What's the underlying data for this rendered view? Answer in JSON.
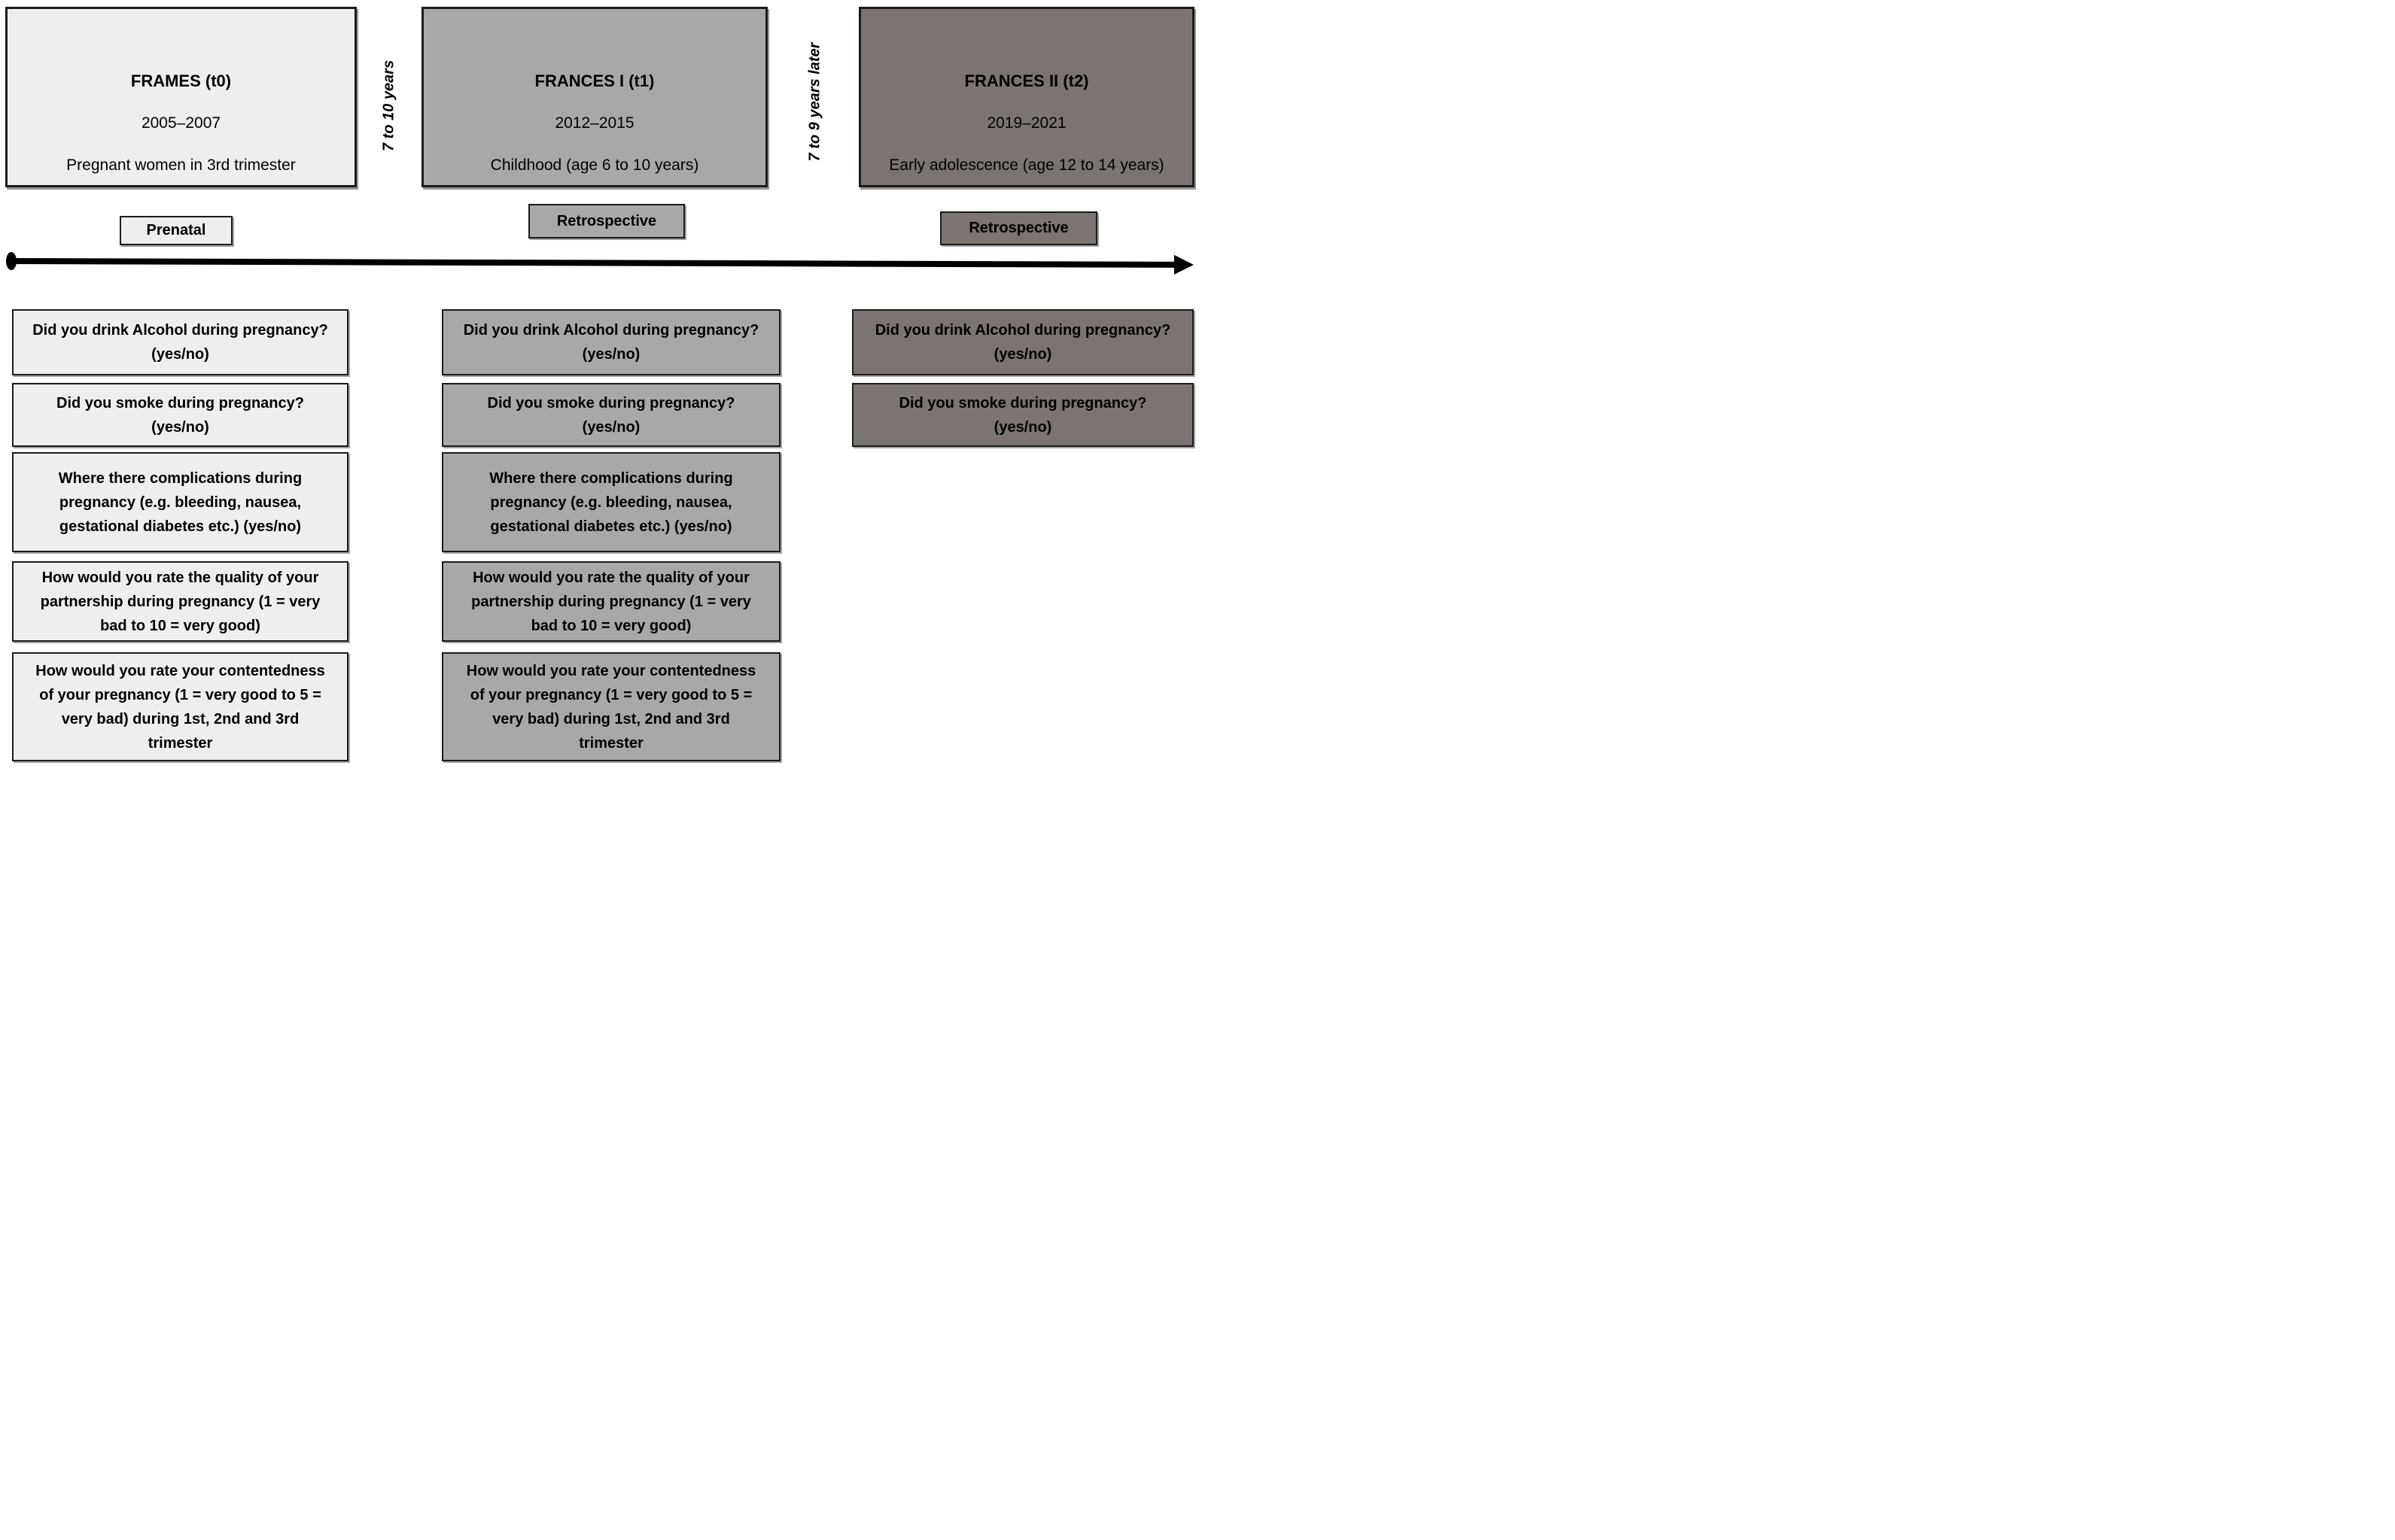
{
  "figure": {
    "type": "study-timeline-diagram",
    "background": "#ffffff",
    "colors": {
      "stage_t0_fill": "#efeeec",
      "stage_t1_fill": "#a8a8a8",
      "stage_t2_fill": "#7b7470",
      "border": "#1b1b1b",
      "text": "#000000",
      "arrow": "#000000"
    },
    "icons": [
      "timeline-start-dot",
      "timeline-arrowhead"
    ]
  },
  "stages": [
    {
      "id": "t0",
      "title": "FRAMES (t0)",
      "period": "2005–2007",
      "description": "Pregnant women in 3rd trimester",
      "label": "Prenatal",
      "questions": [
        "Did you drink Alcohol during pregnancy? (yes/no)",
        "Did you smoke during pregnancy? (yes/no)",
        "Where there complications during pregnancy (e.g. bleeding, nausea, gestational diabetes etc.) (yes/no)",
        "How would you rate the quality of your partnership during pregnancy (1 = very bad to 10 = very good)",
        "How would you rate your contentedness of your pregnancy (1 = very good to 5 = very bad) during 1st, 2nd and 3rd trimester"
      ]
    },
    {
      "id": "t1",
      "title": "FRANCES I (t1)",
      "period": "2012–2015",
      "description": "Childhood (age 6 to 10 years)",
      "label": "Retrospective",
      "questions": [
        "Did you drink Alcohol during pregnancy? (yes/no)",
        "Did you smoke during pregnancy? (yes/no)",
        "Where there complications during pregnancy (e.g. bleeding, nausea, gestational diabetes etc.) (yes/no)",
        "How would you rate the quality of your partnership during pregnancy (1 = very bad to 10 = very good)",
        "How would you rate your contentedness of your pregnancy (1 = very good to 5 = very bad) during 1st, 2nd and 3rd trimester"
      ]
    },
    {
      "id": "t2",
      "title": "FRANCES II (t2)",
      "period": "2019–2021",
      "description": "Early adolescence (age 12 to 14 years)",
      "label": "Retrospective",
      "questions": [
        "Did you drink Alcohol during pregnancy? (yes/no)",
        "Did you smoke during pregnancy? (yes/no)"
      ]
    }
  ],
  "intervals": [
    {
      "text": "7 to 10 years"
    },
    {
      "text": "7 to 9 years later"
    }
  ]
}
